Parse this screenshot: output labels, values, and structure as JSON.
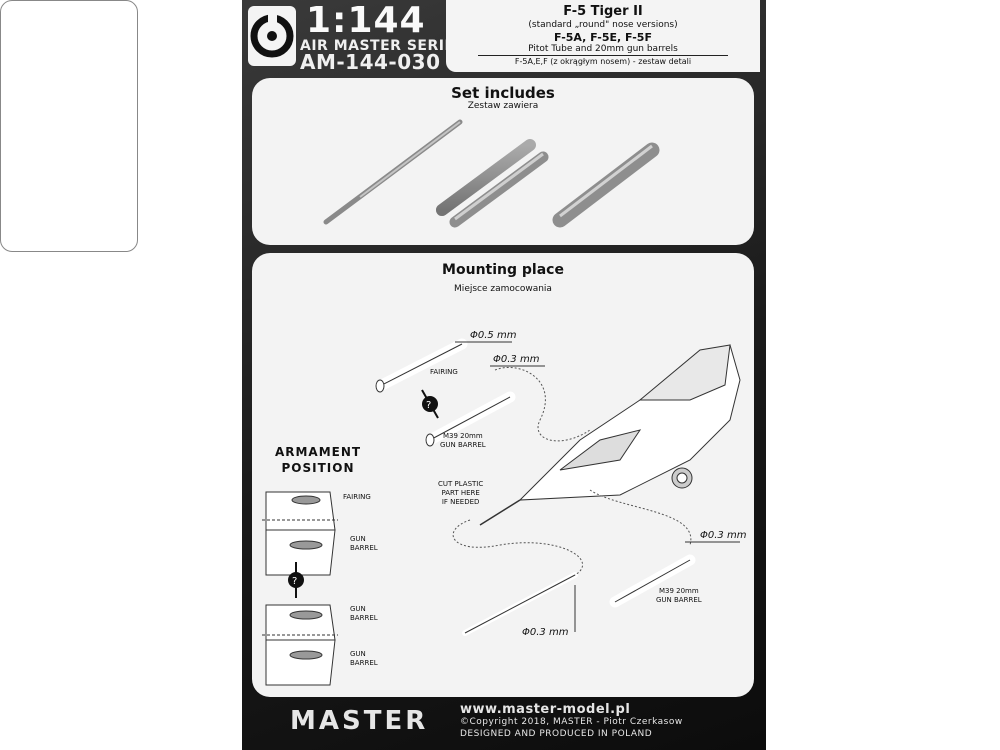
{
  "header": {
    "scale": "1:144",
    "series": "AIR MASTER SERIES",
    "code": "AM-144-030"
  },
  "title": {
    "line1": "F-5 Tiger II",
    "line2": "(standard „round\" nose versions)",
    "line3": "F-5A, F-5E, F-5F",
    "line4": "Pitot Tube and 20mm gun barrels",
    "line5": "F-5A,E,F (z okrągłym nosem) - zestaw detali"
  },
  "set_includes": {
    "title": "Set includes",
    "subtitle": "Zestaw zawiera"
  },
  "mounting": {
    "title": "Mounting place",
    "subtitle": "Miejsce zamocowania",
    "dim_05": "Φ0.5 mm",
    "dim_03_a": "Φ0.3 mm",
    "dim_03_b": "Φ0.3 mm",
    "dim_03_c": "Φ0.3 mm",
    "fairing": "FAIRING",
    "m39_a_1": "M39 20mm",
    "m39_a_2": "GUN BARREL",
    "cut_1": "CUT PLASTIC",
    "cut_2": "PART HERE",
    "cut_3": "IF NEEDED",
    "m39_b_1": "M39 20mm",
    "m39_b_2": "GUN BARREL"
  },
  "armament": {
    "title_1": "ARMAMENT",
    "title_2": "POSITION",
    "fairing": "FAIRING",
    "gun_1": "GUN",
    "barrel_1": "BARREL",
    "gun_2": "GUN",
    "barrel_2": "BARREL",
    "gun_3": "GUN",
    "barrel_3": "BARREL"
  },
  "footer": {
    "brand": "MASTER",
    "url": "www.master-model.pl",
    "copyright": "©Copyright 2018, MASTER - Piotr Czerkasow",
    "made": "DESIGNED AND PRODUCED IN POLAND"
  },
  "colors": {
    "card": "#1e1e1e",
    "panel": "#f3f3f3",
    "metal": "#9a9a9a"
  }
}
